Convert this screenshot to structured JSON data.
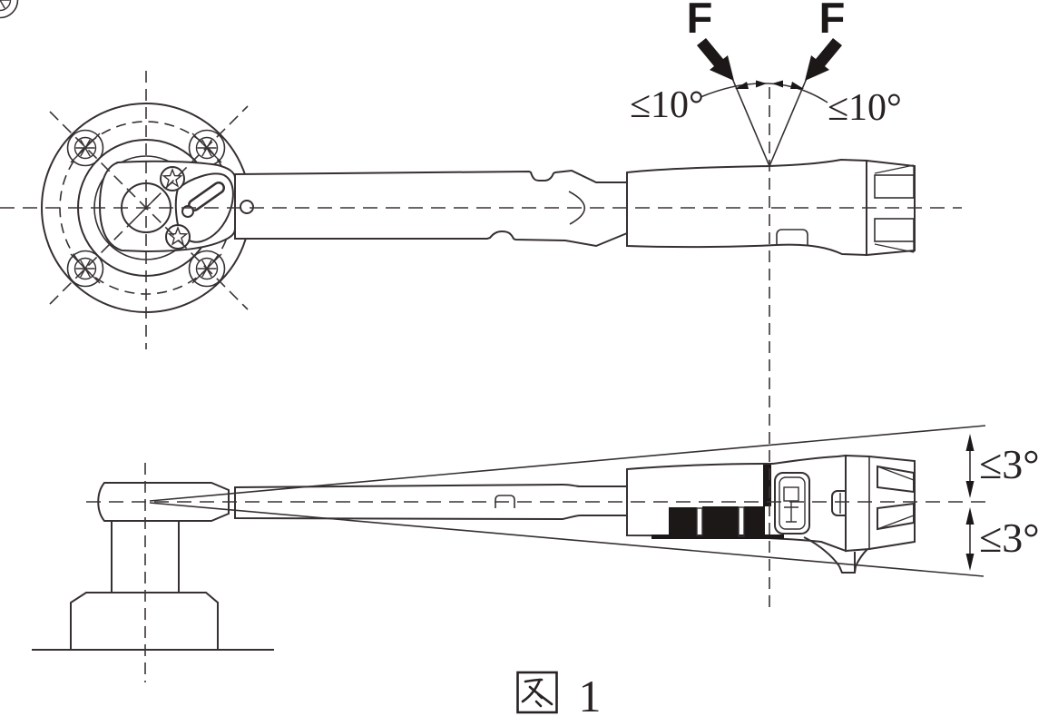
{
  "figure": {
    "caption": "图 1",
    "caption_number": "1"
  },
  "labels": {
    "force_left": "F",
    "force_right": "F",
    "angle_limit_left": "≤10°",
    "angle_limit_right": "≤10°",
    "tilt_limit_up": "≤3°",
    "tilt_limit_down": "≤3°"
  },
  "colors": {
    "line": "#363030",
    "ink": "#282222",
    "fill_black": "#1d1818",
    "background": "#ffffff"
  }
}
